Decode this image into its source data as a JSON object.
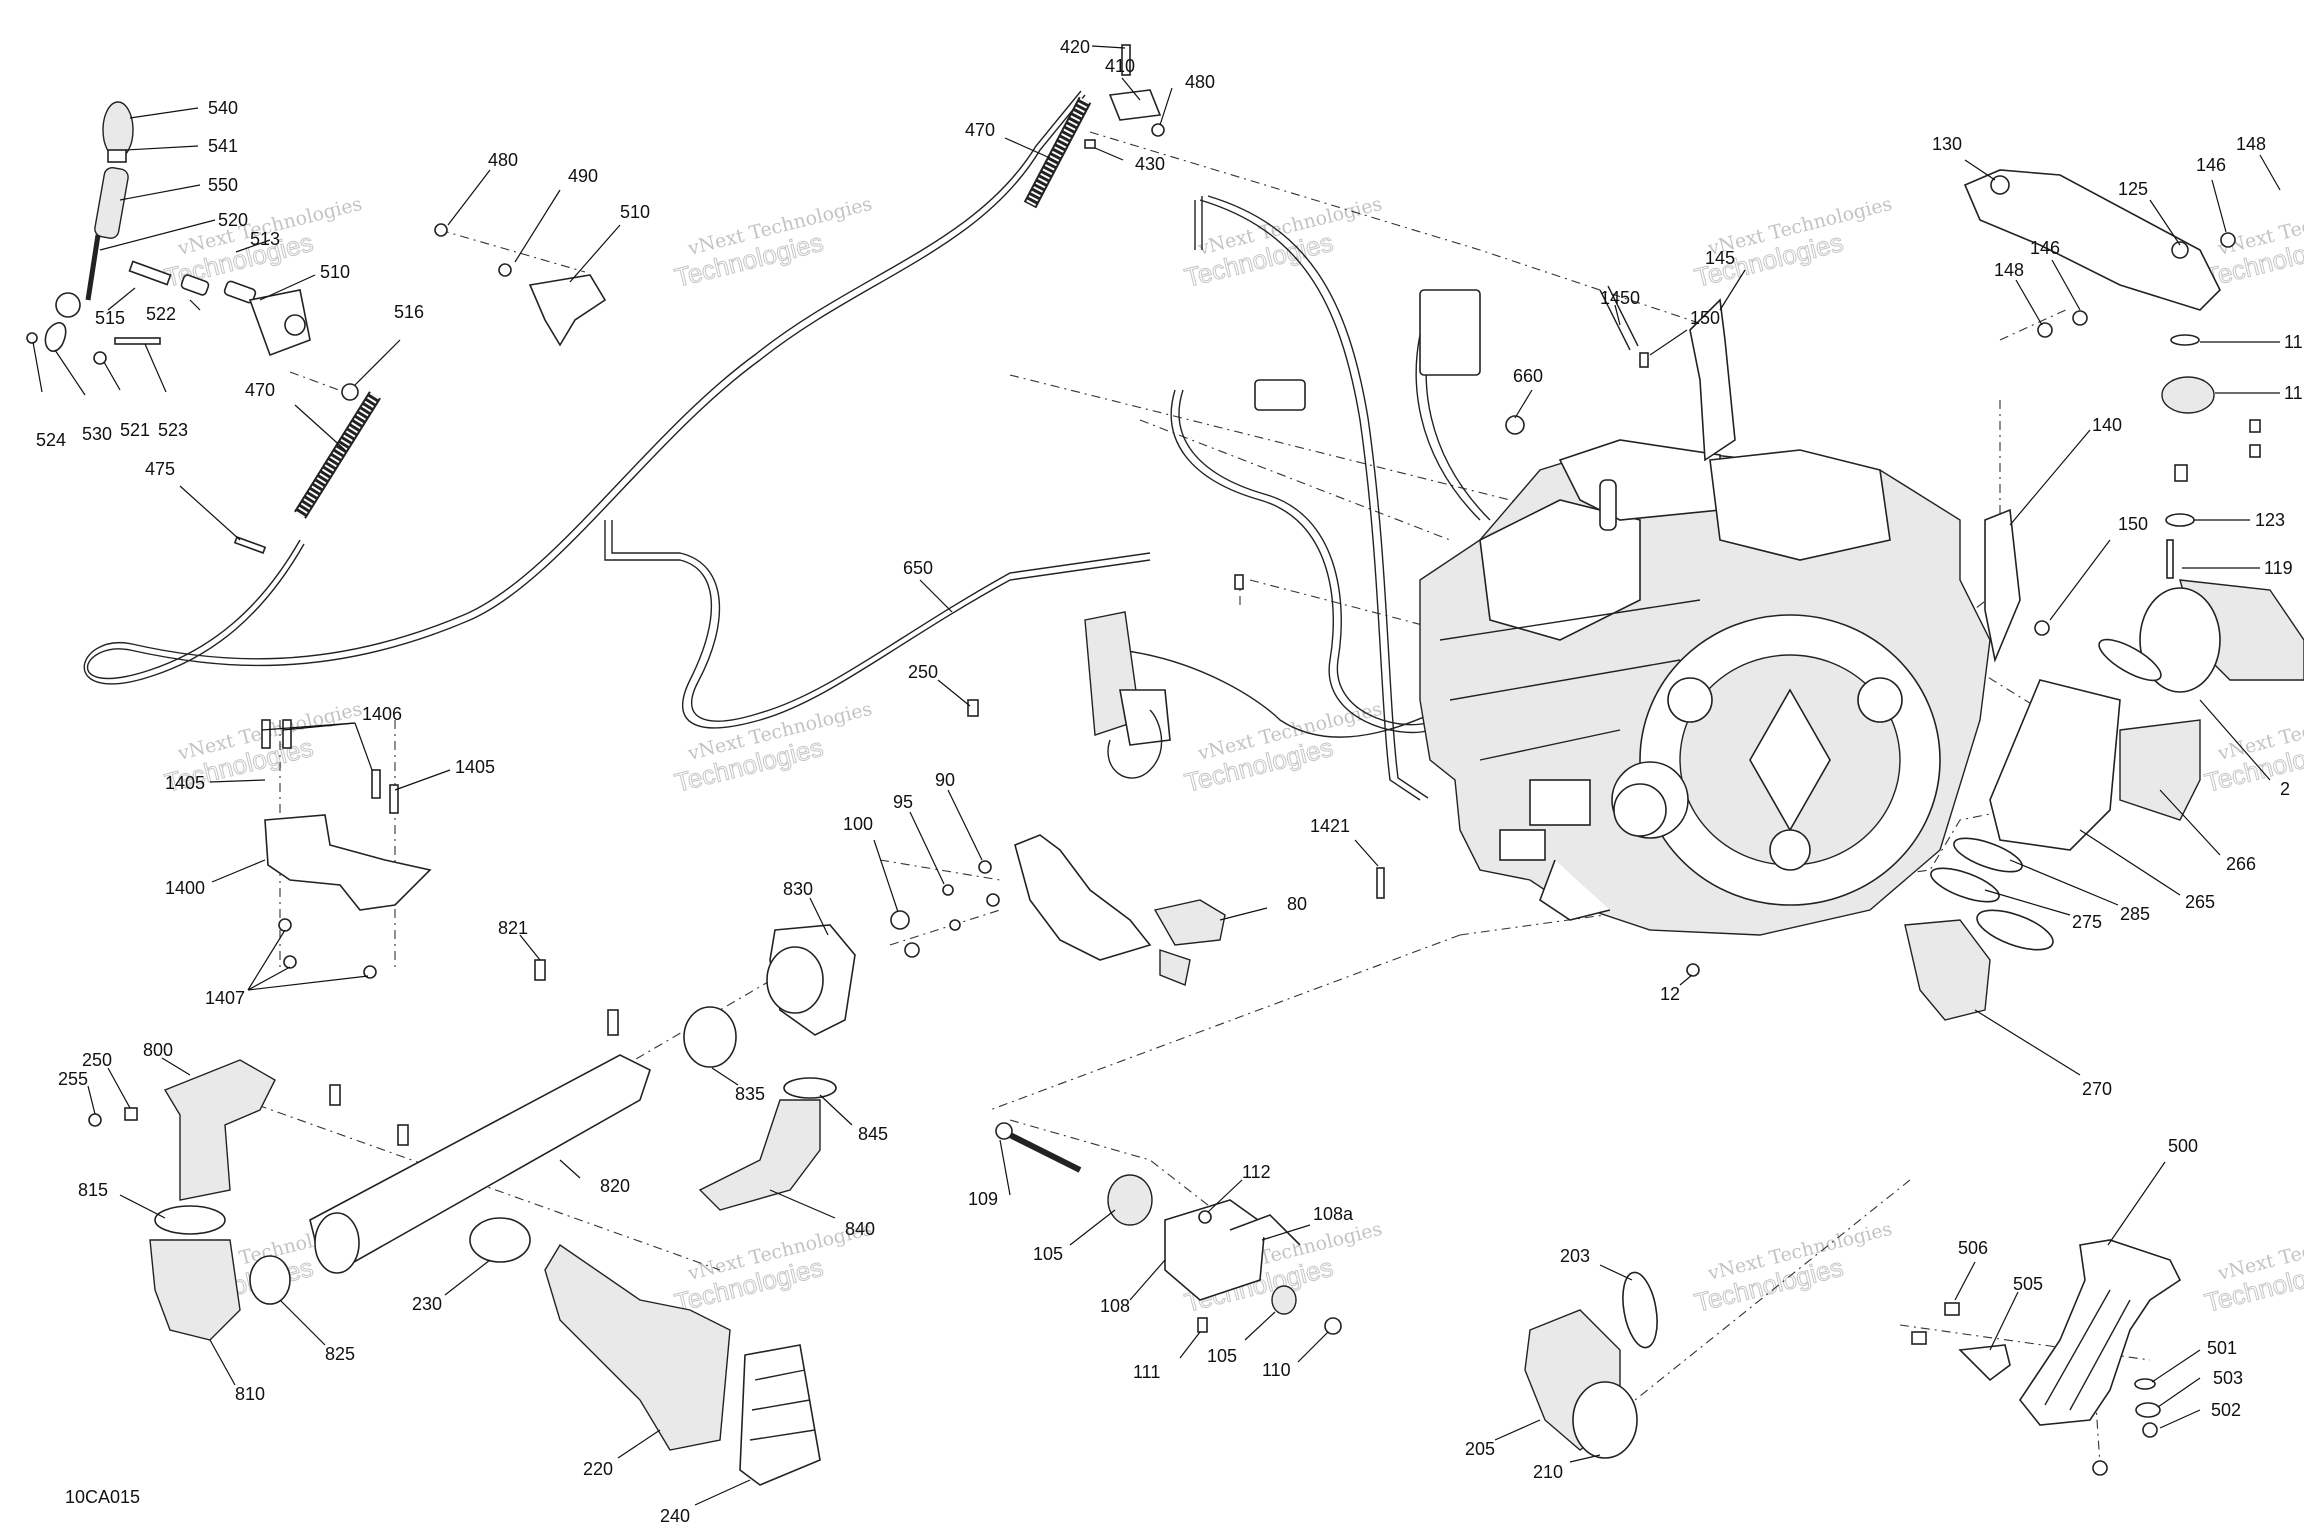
{
  "figure_code": "10CA015",
  "watermark": {
    "line1": "vNext Technologies",
    "line2": "Technologies"
  },
  "callouts": [
    {
      "id": "c540",
      "label": "540"
    },
    {
      "id": "c541",
      "label": "541"
    },
    {
      "id": "c550",
      "label": "550"
    },
    {
      "id": "c520",
      "label": "520"
    },
    {
      "id": "c513",
      "label": "513"
    },
    {
      "id": "c510",
      "label": "510"
    },
    {
      "id": "c515",
      "label": "515"
    },
    {
      "id": "c522",
      "label": "522"
    },
    {
      "id": "c524",
      "label": "524"
    },
    {
      "id": "c530",
      "label": "530"
    },
    {
      "id": "c521",
      "label": "521"
    },
    {
      "id": "c523",
      "label": "523"
    },
    {
      "id": "c516",
      "label": "516"
    },
    {
      "id": "c470a",
      "label": "470"
    },
    {
      "id": "c475",
      "label": "475"
    },
    {
      "id": "c480a",
      "label": "480"
    },
    {
      "id": "c490",
      "label": "490"
    },
    {
      "id": "c510b",
      "label": "510"
    },
    {
      "id": "c470b",
      "label": "470"
    },
    {
      "id": "c420",
      "label": "420"
    },
    {
      "id": "c410",
      "label": "410"
    },
    {
      "id": "c480b",
      "label": "480"
    },
    {
      "id": "c430",
      "label": "430"
    },
    {
      "id": "c650",
      "label": "650"
    },
    {
      "id": "c250a",
      "label": "250"
    },
    {
      "id": "c660",
      "label": "660"
    },
    {
      "id": "c1450",
      "label": "1450"
    },
    {
      "id": "c145",
      "label": "145"
    },
    {
      "id": "c150a",
      "label": "150"
    },
    {
      "id": "c130",
      "label": "130"
    },
    {
      "id": "c125",
      "label": "125"
    },
    {
      "id": "c146a",
      "label": "146"
    },
    {
      "id": "c148a",
      "label": "148"
    },
    {
      "id": "c146b",
      "label": "146"
    },
    {
      "id": "c148b",
      "label": "148"
    },
    {
      "id": "c11a",
      "label": "11"
    },
    {
      "id": "c11b",
      "label": "11"
    },
    {
      "id": "c140",
      "label": "140"
    },
    {
      "id": "c150b",
      "label": "150"
    },
    {
      "id": "c123",
      "label": "123"
    },
    {
      "id": "c119",
      "label": "119"
    },
    {
      "id": "c2x",
      "label": "2"
    },
    {
      "id": "c266",
      "label": "266"
    },
    {
      "id": "c265",
      "label": "265"
    },
    {
      "id": "c285",
      "label": "285"
    },
    {
      "id": "c275",
      "label": "275"
    },
    {
      "id": "c270",
      "label": "270"
    },
    {
      "id": "c12",
      "label": "12"
    },
    {
      "id": "c1421",
      "label": "1421"
    },
    {
      "id": "c1406",
      "label": "1406"
    },
    {
      "id": "c1405a",
      "label": "1405"
    },
    {
      "id": "c1405b",
      "label": "1405"
    },
    {
      "id": "c1400",
      "label": "1400"
    },
    {
      "id": "c1407",
      "label": "1407"
    },
    {
      "id": "c100",
      "label": "100"
    },
    {
      "id": "c95",
      "label": "95"
    },
    {
      "id": "c90",
      "label": "90"
    },
    {
      "id": "c80",
      "label": "80"
    },
    {
      "id": "c830",
      "label": "830"
    },
    {
      "id": "c821",
      "label": "821"
    },
    {
      "id": "c250b",
      "label": "250"
    },
    {
      "id": "c255",
      "label": "255"
    },
    {
      "id": "c800",
      "label": "800"
    },
    {
      "id": "c835",
      "label": "835"
    },
    {
      "id": "c845",
      "label": "845"
    },
    {
      "id": "c820",
      "label": "820"
    },
    {
      "id": "c815",
      "label": "815"
    },
    {
      "id": "c840",
      "label": "840"
    },
    {
      "id": "c230",
      "label": "230"
    },
    {
      "id": "c825",
      "label": "825"
    },
    {
      "id": "c810",
      "label": "810"
    },
    {
      "id": "c220",
      "label": "220"
    },
    {
      "id": "c240",
      "label": "240"
    },
    {
      "id": "c109",
      "label": "109"
    },
    {
      "id": "c112",
      "label": "112"
    },
    {
      "id": "c108a",
      "label": "108a"
    },
    {
      "id": "c105a",
      "label": "105"
    },
    {
      "id": "c108",
      "label": "108"
    },
    {
      "id": "c111",
      "label": "111"
    },
    {
      "id": "c105b",
      "label": "105"
    },
    {
      "id": "c110",
      "label": "110"
    },
    {
      "id": "c203",
      "label": "203"
    },
    {
      "id": "c205",
      "label": "205"
    },
    {
      "id": "c210",
      "label": "210"
    },
    {
      "id": "c500",
      "label": "500"
    },
    {
      "id": "c506",
      "label": "506"
    },
    {
      "id": "c505",
      "label": "505"
    },
    {
      "id": "c501",
      "label": "501"
    },
    {
      "id": "c503",
      "label": "503"
    },
    {
      "id": "c502",
      "label": "502"
    }
  ]
}
